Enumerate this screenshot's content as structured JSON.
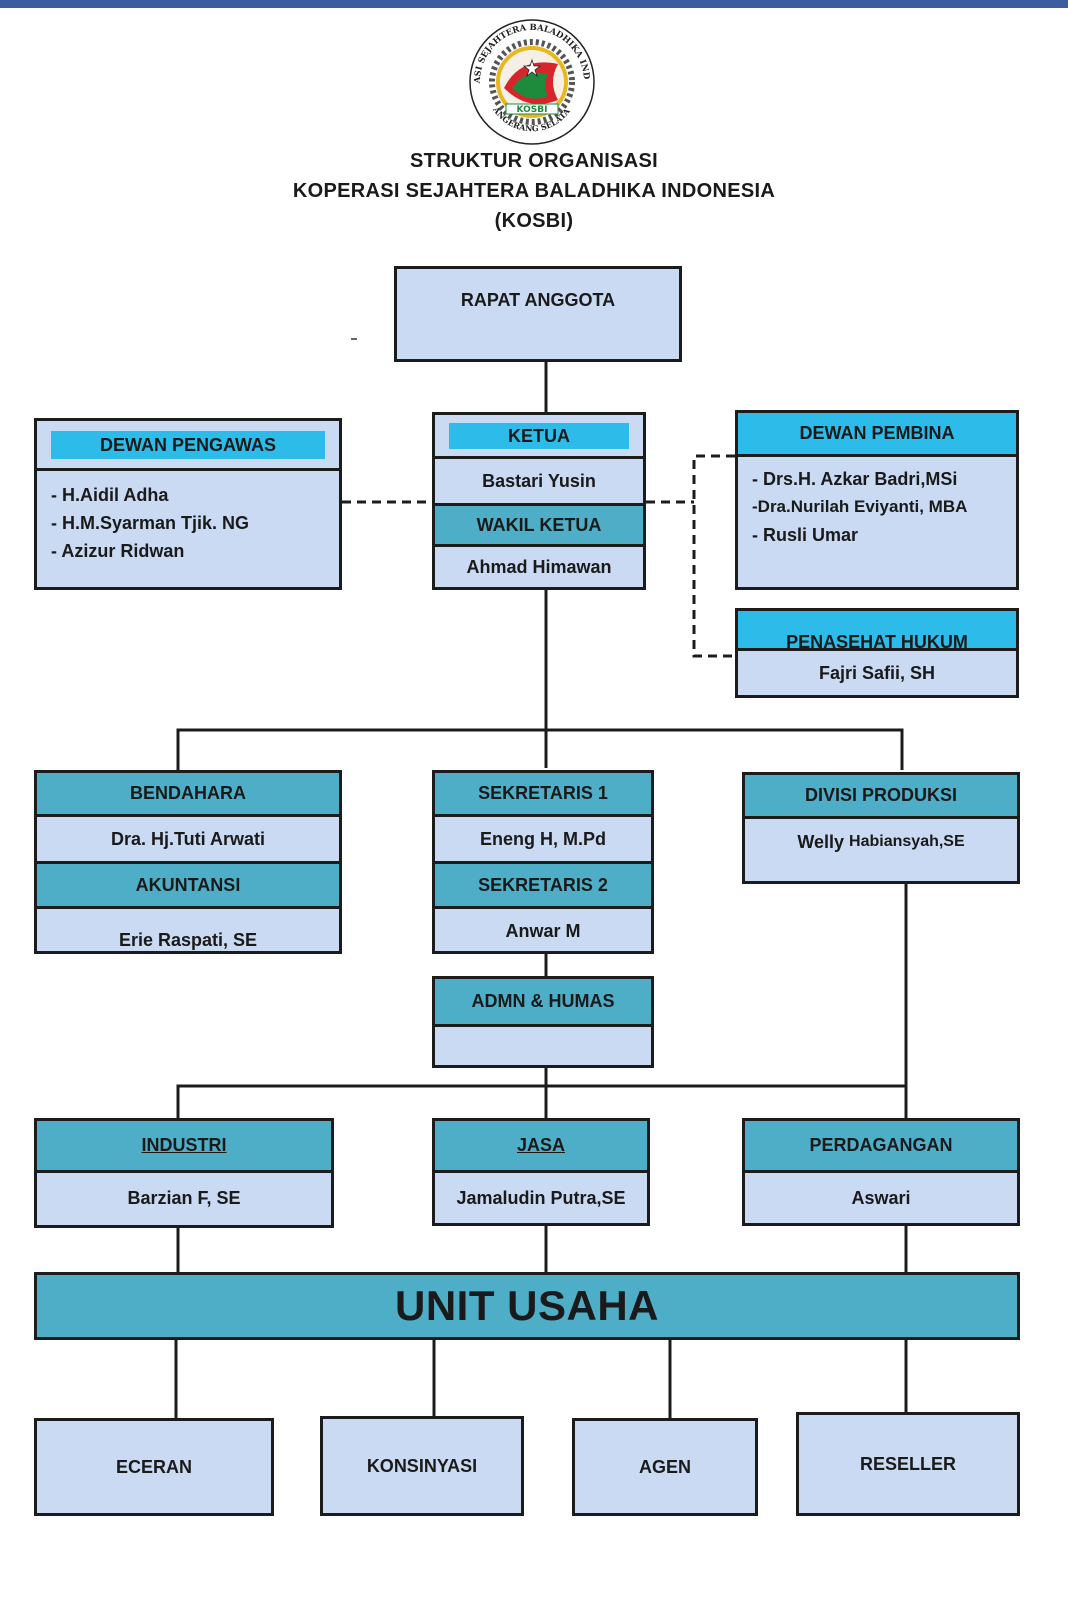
{
  "header": {
    "title_line1": "STRUKTUR ORGANISASI",
    "title_line2": "KOPERASI SEJAHTERA BALADHIKA INDONESIA",
    "title_line3": "(KOSBI)",
    "logo_text_top": "KOPERASI SEJAHTERA BALADHIKA INDONESIA",
    "logo_text_center": "KOSBI",
    "logo_text_bottom": "TANGERANG SELATAN"
  },
  "rapat_anggota": {
    "label": "RAPAT ANGGOTA"
  },
  "dewan_pengawas": {
    "title": "DEWAN PENGAWAS",
    "members": [
      "- H.Aidil Adha",
      "- H.M.Syarman Tjik. NG",
      "- Azizur Ridwan"
    ]
  },
  "ketua": {
    "title": "KETUA",
    "name": "Bastari Yusin"
  },
  "wakil_ketua": {
    "title": "WAKIL KETUA",
    "name": "Ahmad Himawan"
  },
  "dewan_pembina": {
    "title": "DEWAN PEMBINA",
    "members": [
      "- Drs.H. Azkar Badri,MSi",
      "-Dra.Nurilah Eviyanti, MBA",
      "- Rusli Umar"
    ]
  },
  "penasehat_hukum": {
    "title": "PENASEHAT HUKUM",
    "name": "Fajri Safii, SH"
  },
  "bendahara": {
    "title": "BENDAHARA",
    "name": "Dra. Hj.Tuti  Arwati"
  },
  "akuntansi": {
    "title": "AKUNTANSI",
    "name": "Erie Raspati, SE"
  },
  "sekretaris1": {
    "title": "SEKRETARIS  1",
    "name": "Eneng H, M.Pd"
  },
  "sekretaris2": {
    "title": "SEKRETARIS  2",
    "name": "Anwar  M"
  },
  "divisi_produksi": {
    "title": "DIVISI PRODUKSI",
    "name_a": "Welly",
    "name_b": "Habiansyah,SE"
  },
  "admn_humas": {
    "title": "ADMN & HUMAS",
    "name": ""
  },
  "industri": {
    "title": "INDUSTRI",
    "name": "Barzian  F, SE"
  },
  "jasa": {
    "title": "JASA",
    "name": "Jamaludin Putra,SE"
  },
  "perdagangan": {
    "title": "PERDAGANGAN",
    "name": "Aswari"
  },
  "unit_usaha": {
    "label": "UNIT USAHA"
  },
  "units": {
    "eceran": "ECERAN",
    "konsinyasi": "KONSINYASI",
    "agen": "AGEN",
    "reseller": "RESELLER"
  },
  "colors": {
    "header_teal": "#4eaec7",
    "header_cyan": "#2dbbe9",
    "box_fill": "#c9daf2",
    "top_bar": "#3d5e9e",
    "logo_red": "#d6262b",
    "logo_green": "#1e8a3c",
    "logo_gold": "#e8b820"
  }
}
